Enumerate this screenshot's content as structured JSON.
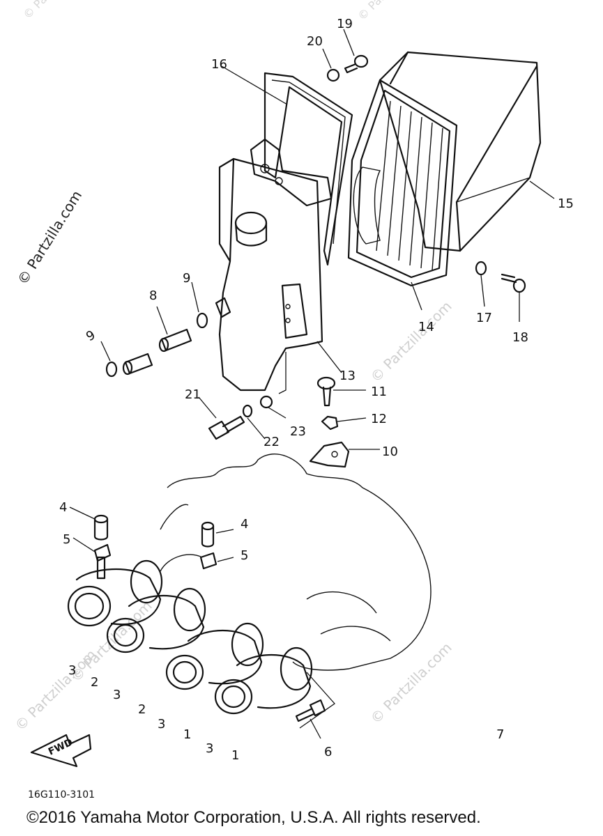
{
  "watermark": "© Partzilla.com",
  "diagram_code": "16G110-3101",
  "copyright": "©2016 Yamaha Motor Corporation, U.S.A. All rights reserved.",
  "fwd_label": "FWD",
  "callouts": {
    "c1a": "1",
    "c1b": "1",
    "c2a": "2",
    "c2b": "2",
    "c3a": "3",
    "c3b": "3",
    "c3c": "3",
    "c3d": "3",
    "c4a": "4",
    "c4b": "4",
    "c5a": "5",
    "c5b": "5",
    "c6": "6",
    "c7": "7",
    "c8": "8",
    "c9a": "9",
    "c9b": "9",
    "c10": "10",
    "c11": "11",
    "c12": "12",
    "c13": "13",
    "c14": "14",
    "c15": "15",
    "c16": "16",
    "c17": "17",
    "c18": "18",
    "c19": "19",
    "c20": "20",
    "c21": "21",
    "c22": "22",
    "c23": "23"
  }
}
